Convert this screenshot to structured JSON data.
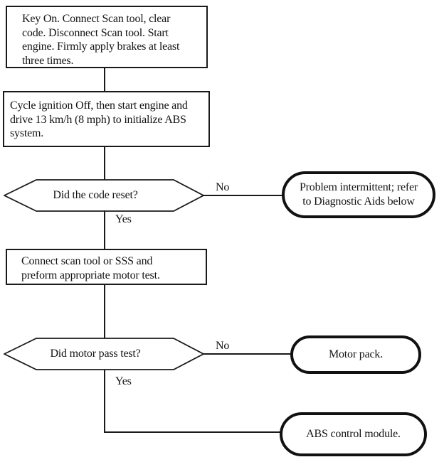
{
  "flowchart": {
    "background": "#ffffff",
    "line_color": "#1a1a1a",
    "text_color": "#141414",
    "nodes": {
      "step1": {
        "type": "process",
        "lines": [
          "Key On. Connect Scan tool, clear",
          "code. Disconnect Scan tool. Start",
          "engine. Firmly apply brakes at least",
          "three times."
        ]
      },
      "step2": {
        "type": "process",
        "lines": [
          "Cycle ignition Off, then start engine and",
          "drive 13 km/h (8 mph) to initialize ABS",
          "system."
        ]
      },
      "decision1": {
        "type": "decision",
        "text": "Did the code reset?"
      },
      "terminal1": {
        "type": "terminal",
        "lines": [
          "Problem intermittent; refer",
          "to Diagnostic Aids below"
        ]
      },
      "step3": {
        "type": "process",
        "lines": [
          "Connect scan tool or SSS and",
          "preform appropriate motor test."
        ]
      },
      "decision2": {
        "type": "decision",
        "text": "Did motor pass test?"
      },
      "terminal2": {
        "type": "terminal",
        "text": "Motor pack."
      },
      "terminal3": {
        "type": "terminal",
        "text": "ABS control module."
      }
    },
    "edge_labels": {
      "decision1_no": "No",
      "decision1_yes": "Yes",
      "decision2_no": "No",
      "decision2_yes": "Yes"
    }
  }
}
